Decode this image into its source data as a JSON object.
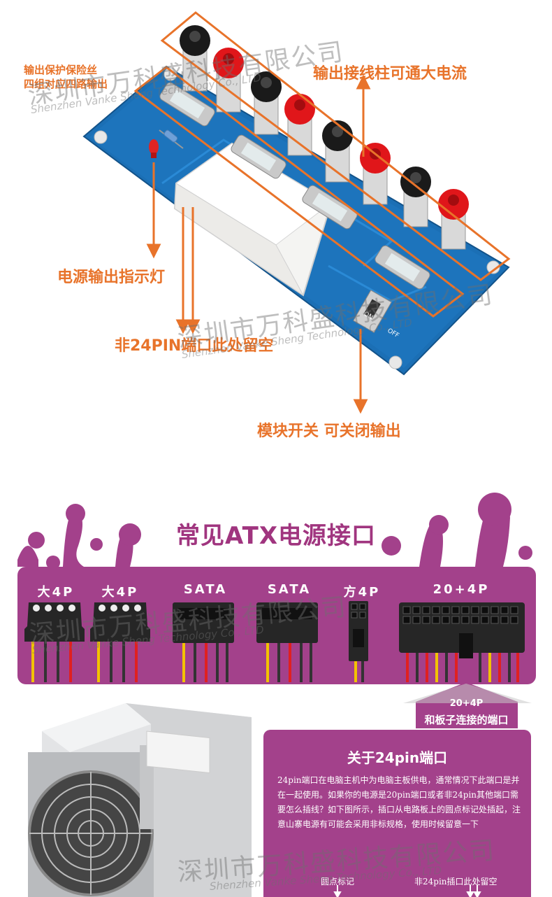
{
  "board": {
    "annotations": {
      "fuse": "输出保护保险丝\n四组对应四路输出",
      "posts": "输出接线柱可通大电流",
      "led": "电源输出指示灯",
      "pin24": "非24PIN端口此处留空",
      "switch": "模块开关 可关闭输出"
    },
    "switch_on": "ON",
    "switch_off": "OFF"
  },
  "watermark": {
    "cn": "深圳市万科盛科技有限公司",
    "en": "Shenzhen Vanke Sheng Technology Co., LTD"
  },
  "interfaces": {
    "title": "常见ATX电源接口",
    "connectors": [
      {
        "label": "大4P"
      },
      {
        "label": "大4P"
      },
      {
        "label": "SATA"
      },
      {
        "label": "SATA"
      },
      {
        "label": "方4P"
      },
      {
        "label": "20+4P"
      }
    ],
    "arrow_line1": "20+4P",
    "arrow_line2": "和板子连接的端口"
  },
  "info": {
    "title": "关于24pin端口",
    "text": "24pin端口在电脑主机中为电脑主板供电，通常情况下此端口是并在一起使用。如果你的电源是20pin端口或者非24pin其他端口需要怎么插线？如下图所示，插口从电路板上的圆点标记处插起，注意山寨电源有可能会采用非标规格，使用时候留意一下",
    "dot_mark": "圆点标记",
    "empty_note": "非24pin插口此处留空"
  },
  "colors": {
    "accent_orange": "#e8732a",
    "purple": "#a3418b",
    "pcb_blue": "#1b6fb5"
  }
}
